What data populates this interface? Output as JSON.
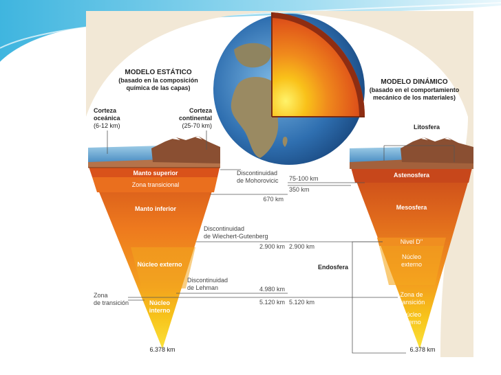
{
  "static_model": {
    "title": "MODELO ESTÁTICO",
    "subtitle_1": "(basado en la composición",
    "subtitle_2": "química de las capas)",
    "oceanic_crust": {
      "label_1": "Corteza",
      "label_2": "oceánica",
      "range": "(6-12 km)"
    },
    "continental_crust": {
      "label_1": "Corteza",
      "label_2": "continental",
      "range": "(25-70 km)"
    },
    "layers": {
      "upper_mantle": "Manto superior",
      "transition_zone": "Zona transicional",
      "lower_mantle": "Manto inferior",
      "outer_core": "Núcleo externo",
      "inner_core_1": "Núcleo",
      "inner_core_2": "interno"
    },
    "transition_zone_side_1": "Zona",
    "transition_zone_side_2": "de transición",
    "depth_bottom": "6.378  km"
  },
  "dynamic_model": {
    "title": "MODELO DINÁMICO",
    "subtitle_1": "(basado en el comportamiento",
    "subtitle_2": "mecánico de los materiales)",
    "lithosphere": "Litosfera",
    "layers": {
      "asthenosphere": "Astenosfera",
      "mesosphere": "Mesosfera",
      "level_d": "Nivel D''",
      "outer_core_1": "Núcleo",
      "outer_core_2": "externo",
      "transition_1": "Zona de",
      "transition_2": "transición",
      "inner_core_1": "Núcleo",
      "inner_core_2": "interno"
    },
    "endosphere": "Endosfera",
    "depth_bottom": "6.378  km"
  },
  "discontinuities": {
    "mohorovicic_1": "Discontinuidad",
    "mohorovicic_2": "de Mohorovicic",
    "wiechert_1": "Discontinuidad",
    "wiechert_2": "de Wiechert-Gutenberg",
    "lehman_1": "Discontinuidad",
    "lehman_2": "de Lehman"
  },
  "depths": {
    "d_75_100": "75-100 km",
    "d_350": "350 km",
    "d_670": "670 km",
    "d_2900_left": "2.900  km",
    "d_2900_right": "2.900  km",
    "d_4980": "4.980  km",
    "d_5120_left": "5.120  km",
    "d_5120_right": "5.120  km"
  },
  "colors": {
    "slide_accent": "#5bc4e6",
    "arch_background": "#efe3cf",
    "mantle_orange": "#e8731f",
    "core_yellow": "#f5c21a",
    "ocean_blue": "#4d8fc4"
  }
}
